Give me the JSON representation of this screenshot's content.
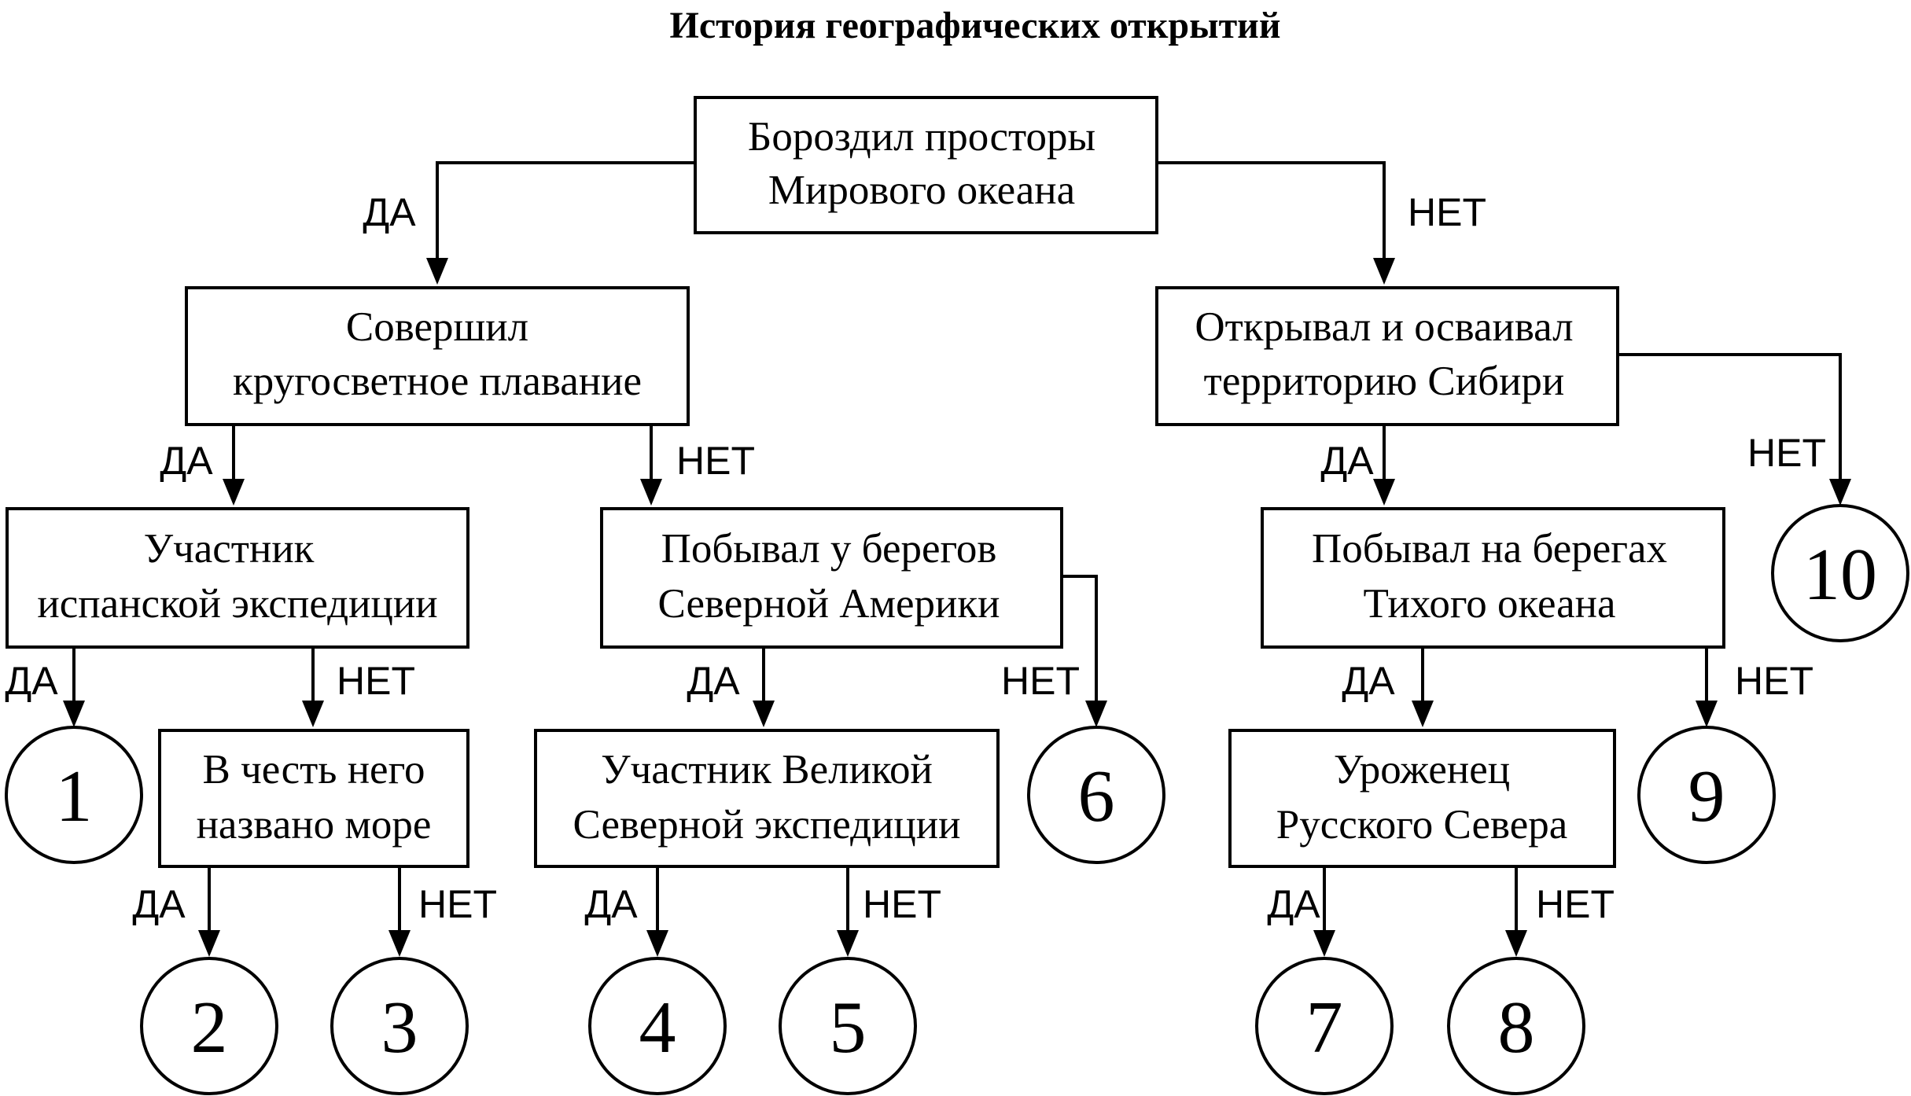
{
  "title": "История географических открытий",
  "yes_label": "ДА",
  "no_label": "НЕТ",
  "questions": {
    "q1": [
      "Бороздил просторы",
      "Мирового океана"
    ],
    "q2": [
      "Совершил",
      "кругосветное плавание"
    ],
    "q3": [
      "Открывал и осваивал",
      "территорию Сибири"
    ],
    "q4": [
      "Участник",
      "испанской экспедиции"
    ],
    "q5": [
      "Побывал у берегов",
      "Северной Америки"
    ],
    "q6": [
      "Побывал на берегах",
      "Тихого океана"
    ],
    "q7": [
      "В честь него",
      "названо море"
    ],
    "q8": [
      "Участник Великой",
      "Северной экспедиции"
    ],
    "q9": [
      "Уроженец",
      "Русского Севера"
    ]
  },
  "leaves": [
    "1",
    "2",
    "3",
    "4",
    "5",
    "6",
    "7",
    "8",
    "9",
    "10"
  ],
  "colors": {
    "stroke": "#000000",
    "background": "#ffffff",
    "text": "#000000"
  }
}
